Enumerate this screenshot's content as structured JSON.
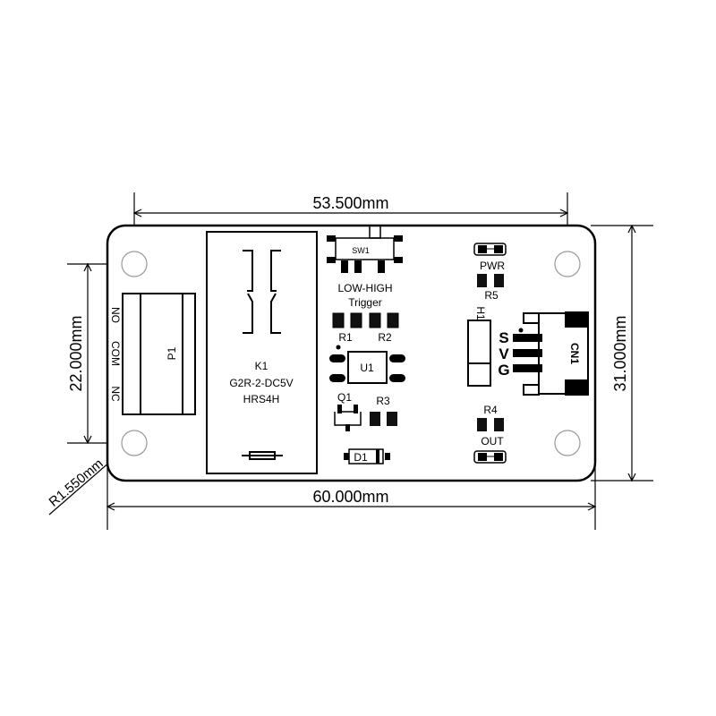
{
  "dimensions": {
    "hole_spacing_x": "53.500mm",
    "board_width": "60.000mm",
    "board_height": "31.000mm",
    "hole_spacing_y": "22.000mm",
    "corner_radius": "R1.550mm"
  },
  "terminal": {
    "ref": "P1",
    "pins": [
      "NO",
      "COM",
      "NC"
    ]
  },
  "relay": {
    "ref": "K1",
    "model": "G2R-2-DC5V",
    "alt": "HRS4H"
  },
  "switch": {
    "ref": "SW1",
    "label": "LOW-HIGH",
    "label2": "Trigger"
  },
  "components": {
    "r1": "R1",
    "r2": "R2",
    "r3": "R3",
    "r4": "R4",
    "r5": "R5",
    "u1": "U1",
    "q1": "Q1",
    "d1": "D1",
    "h1": "H1",
    "cn1": "CN1",
    "pwr": "PWR",
    "out": "OUT"
  },
  "connector_pins": [
    "S",
    "V",
    "G"
  ]
}
